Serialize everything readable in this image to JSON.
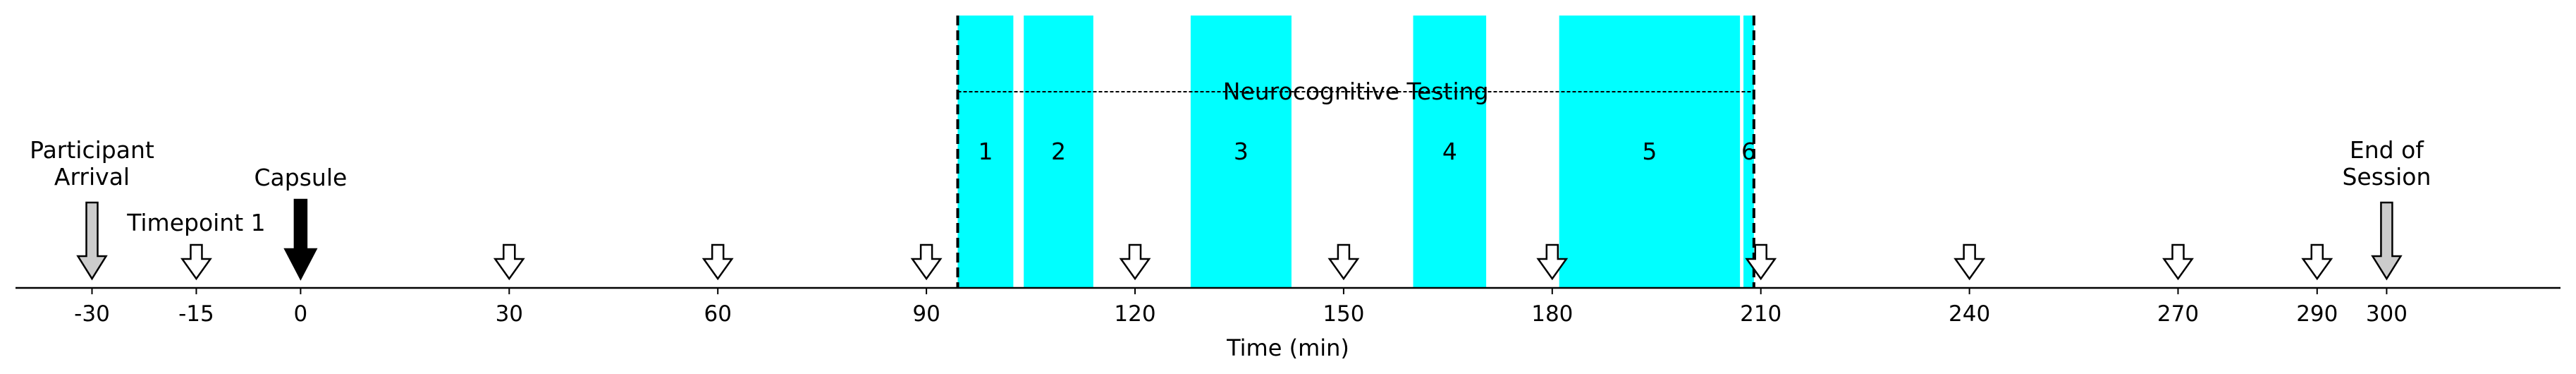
{
  "chart_data": {
    "type": "timeline",
    "xlabel": "Time (min)",
    "xlim": [
      -41,
      325
    ],
    "ticks": [
      -30,
      -15,
      0,
      30,
      60,
      90,
      120,
      150,
      180,
      210,
      240,
      270,
      290,
      300
    ],
    "tick_labels": [
      "-30",
      "-15",
      "0",
      "30",
      "60",
      "90",
      "120",
      "150",
      "180",
      "210",
      "240",
      "270",
      "290",
      "300"
    ],
    "testing_blocks": [
      {
        "label": "1",
        "start": 94.5,
        "end": 102.5
      },
      {
        "label": "2",
        "start": 104,
        "end": 114
      },
      {
        "label": "3",
        "start": 128,
        "end": 142.5
      },
      {
        "label": "4",
        "start": 160,
        "end": 170.5
      },
      {
        "label": "5",
        "start": 181,
        "end": 207
      },
      {
        "label": "6",
        "start": 207.5,
        "end": 209
      }
    ],
    "testing_window": {
      "start": 94.5,
      "end": 209,
      "label": "Neurocognitive Testing"
    },
    "sample_timepoints": [
      -15,
      30,
      60,
      90,
      120,
      150,
      180,
      210,
      240,
      270,
      290
    ],
    "gray_markers": [
      -30,
      300
    ],
    "capsule_time": 0,
    "annotations": {
      "arrival": "Participant\nArrival",
      "capsule": "Capsule",
      "timepoint1": "Timepoint 1",
      "end": "End of\nSession"
    },
    "colors": {
      "block": "#00ffff",
      "axis": "#000000",
      "gray_marker": "#cccccc",
      "sample_marker": "#ffffff"
    }
  }
}
